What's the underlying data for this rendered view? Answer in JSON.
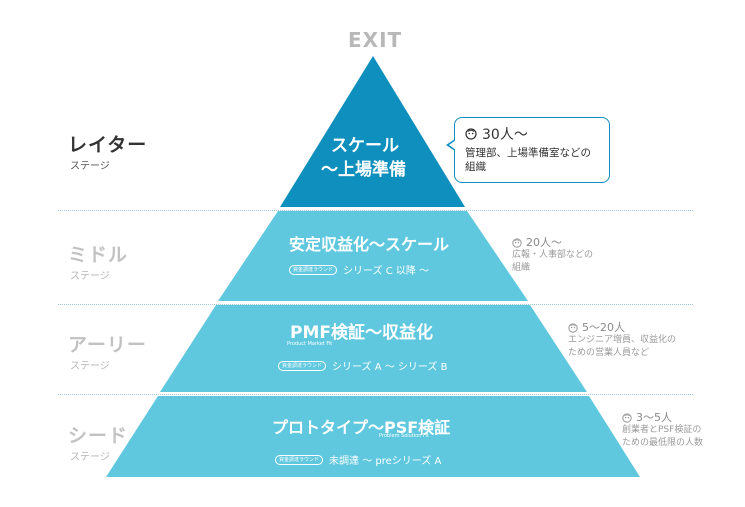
{
  "exit_label": "EXIT",
  "colors": {
    "top_tier": "#0e8fbd",
    "lower_tiers": "#5fc8df",
    "active_text": "#333333",
    "inactive_text": "#c2c2c2"
  },
  "stages": [
    {
      "title": "レイター",
      "sub": "ステージ",
      "active": true
    },
    {
      "title": "ミドル",
      "sub": "ステージ",
      "active": false
    },
    {
      "title": "アーリー",
      "sub": "ステージ",
      "active": false
    },
    {
      "title": "シード",
      "sub": "ステージ",
      "active": false
    }
  ],
  "tiers": [
    {
      "title_line1": "スケール",
      "title_line2": "〜上場準備"
    },
    {
      "title": "安定収益化〜スケール",
      "round_pill": "資金調達ラウンド",
      "round_text": "シリーズ C 以降 〜"
    },
    {
      "title": "PMF検証〜収益化",
      "subtitle_en": "Product Market Fit",
      "round_pill": "資金調達ラウンド",
      "round_text": "シリーズ A 〜 シリーズ B"
    },
    {
      "title": "プロトタイプ〜PSF検証",
      "subtitle_en": "Problem Solution Fit",
      "round_pill": "資金調達ラウンド",
      "round_text": "未調達 〜 preシリーズ A"
    }
  ],
  "team_info": [
    {
      "count": "30人〜",
      "desc": "管理部、上場準備室などの組織",
      "icon": "face-icon"
    },
    {
      "count": "20人〜",
      "desc_line1": "広報・人事部などの",
      "desc_line2": "組織",
      "icon": "face-icon"
    },
    {
      "count": "5〜20人",
      "desc_line1": "エンジニア増員、収益化の",
      "desc_line2": "ための営業人員など",
      "icon": "face-icon"
    },
    {
      "count": "3〜5人",
      "desc_line1": "創業者とPSF検証の",
      "desc_line2": "ための最低限の人数",
      "icon": "face-icon"
    }
  ]
}
